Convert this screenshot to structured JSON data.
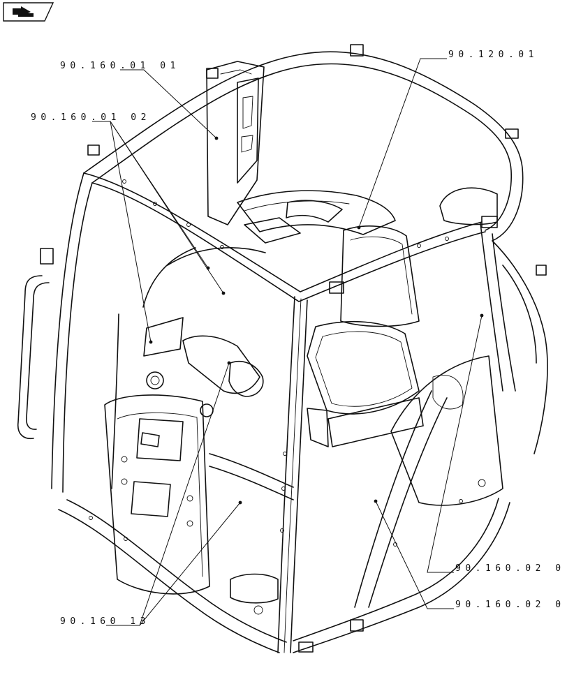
{
  "navigation": {
    "icon": "return-arrow-icon"
  },
  "callouts": [
    {
      "id": "c1",
      "text": "90.160.01 01"
    },
    {
      "id": "c2",
      "text": "90.160.01 02"
    },
    {
      "id": "c3",
      "text": "90.120.01"
    },
    {
      "id": "c4",
      "text": "90.160.02 0"
    },
    {
      "id": "c5",
      "text": "90.160.02 0"
    },
    {
      "id": "c6",
      "text": "90.160 13"
    }
  ]
}
